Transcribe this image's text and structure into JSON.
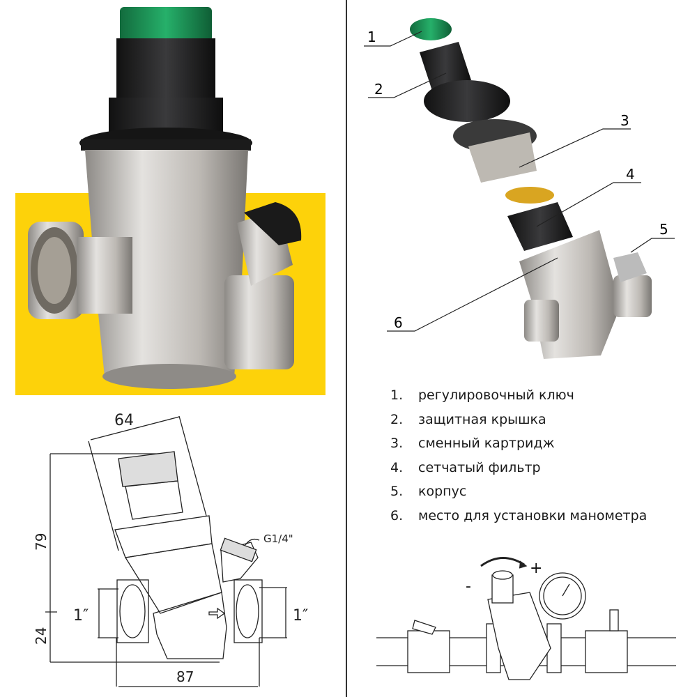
{
  "callouts": [
    "1",
    "2",
    "3",
    "4",
    "5",
    "6"
  ],
  "parts_list": [
    {
      "num": "1.",
      "label": "регулировочный ключ"
    },
    {
      "num": "2.",
      "label": "защитная крышка"
    },
    {
      "num": "3.",
      "label": "сменный картридж"
    },
    {
      "num": "4.",
      "label": "сетчатый фильтр"
    },
    {
      "num": "5.",
      "label": "корпус"
    },
    {
      "num": "6.",
      "label": "место для установки манометра"
    }
  ],
  "dimensions": {
    "width_top": "64",
    "height_upper": "79",
    "height_lower": "24",
    "length": "87",
    "inlet": "1″",
    "outlet": "1″",
    "gauge_port": "G1/4\""
  },
  "install": {
    "minus": "-",
    "plus": "+"
  },
  "colors": {
    "yellow": "#FDD20A",
    "cap_green": "#1E9A5A",
    "body_silver": "#C9C6C2",
    "black": "#1C1C1E",
    "brass": "#D9A521"
  }
}
